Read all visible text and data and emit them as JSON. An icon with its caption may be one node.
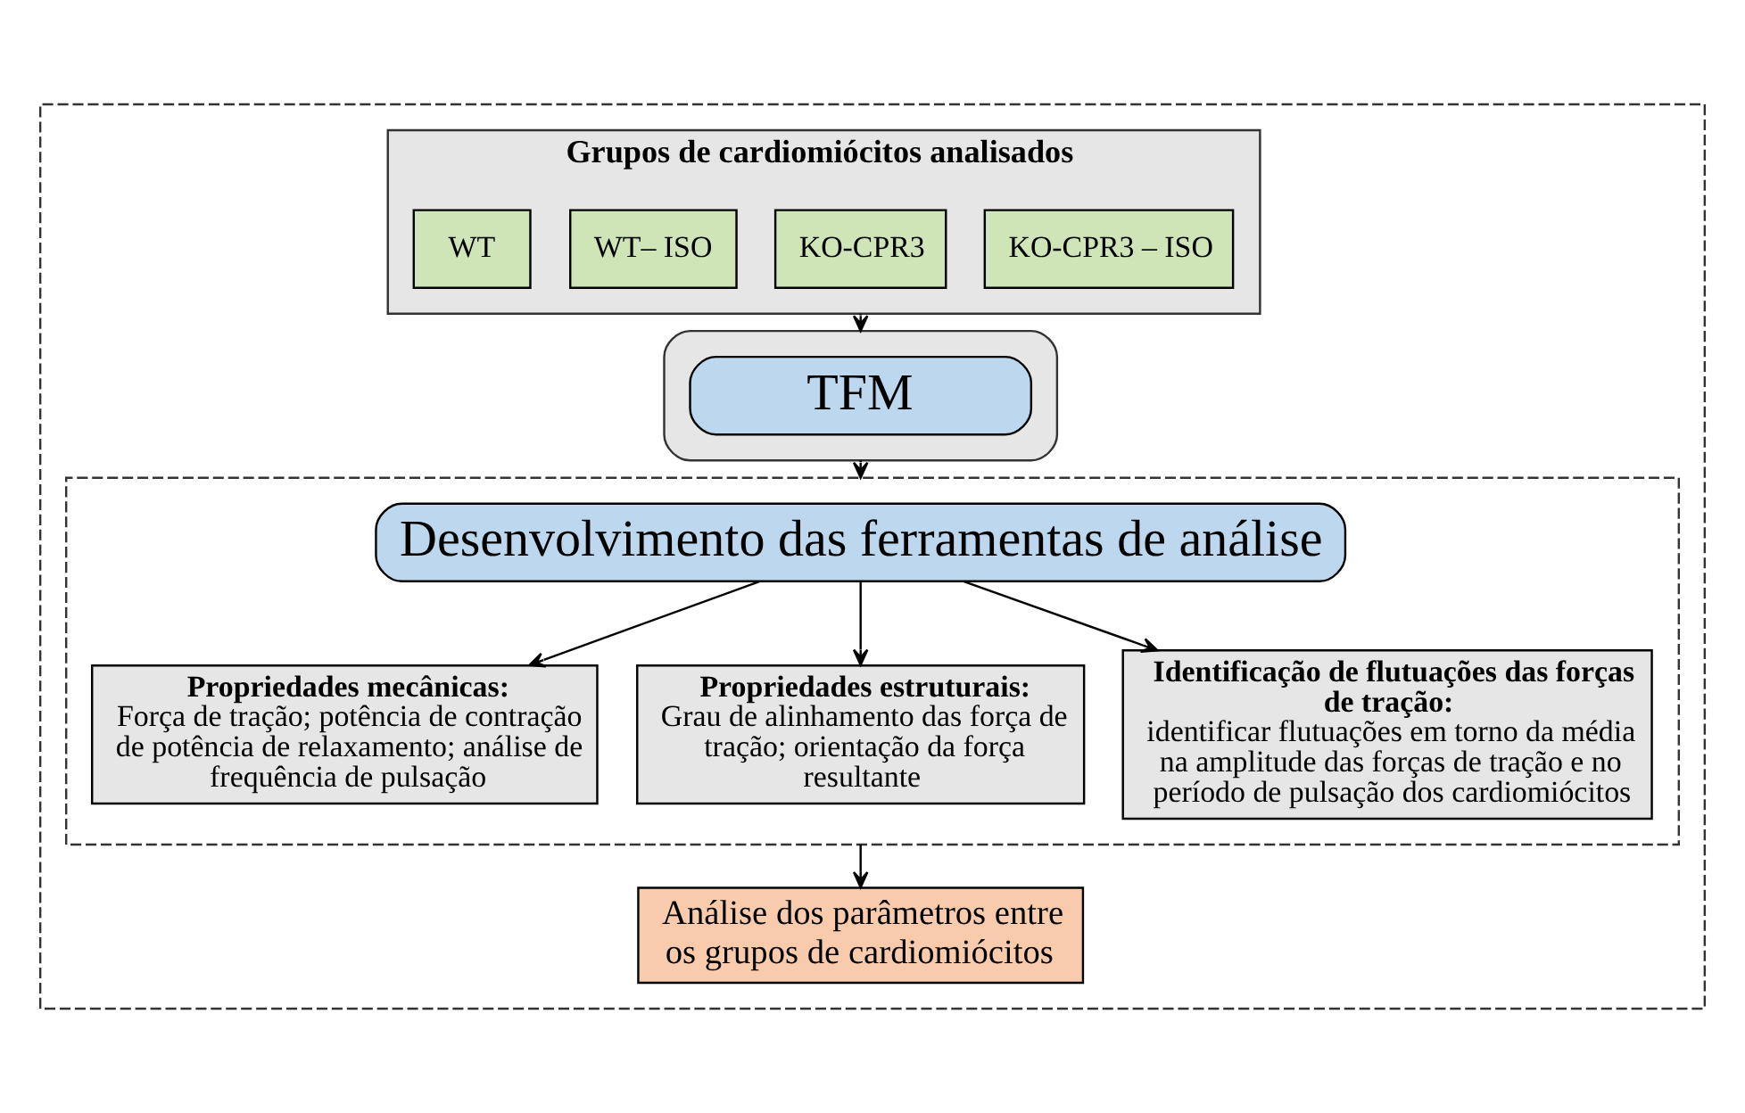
{
  "diagram": {
    "nodes": [
      {
        "text": [],
        "shape": "box"
      },
      {
        "text": [
          "Grupos de cardiomiócitos analisados"
        ],
        "in": 0
      },
      {
        "text": [
          "WT"
        ],
        "in": 1
      },
      {
        "text": [
          "WT– ISO"
        ],
        "in": 1
      },
      {
        "text": [
          "KO-CPR3"
        ],
        "in": 1
      },
      {
        "text": [
          "KO-CPR3 – ISO"
        ],
        "in": 1
      },
      {
        "text": [],
        "shape": "box",
        "in": 0
      },
      {
        "text": [
          "TFM"
        ],
        "in": 6
      },
      {
        "text": [],
        "shape": "box",
        "in": 0
      },
      {
        "text": [
          "Desenvolvimento das ferramentas de análise"
        ],
        "in": 8
      },
      {
        "text": [
          "Propriedades mecânicas:",
          "Força de tração; potência de contração de potência de relaxamento; análise de frequência de pulsação"
        ],
        "in": 8
      },
      {
        "text": [
          "Propriedades estruturais:",
          "Grau de alinhamento das força de tração; orientação da força resultante"
        ],
        "in": 8
      },
      {
        "text": [
          "Identificação de flutuações das forças de tração:",
          "identificar flutuações em torno da média na amplitude das forças de tração e no período de pulsação dos cardiomiócitos"
        ],
        "in": 8
      },
      {
        "text": [
          "Análise dos parâmetros entre os grupos de cardiomiócitos"
        ],
        "in": 0
      }
    ],
    "edges": [
      {
        "from": 1,
        "to": 6,
        "arrow": "to"
      },
      {
        "from": 6,
        "to": 8,
        "arrow": "to"
      },
      {
        "from": 9,
        "to": 10,
        "arrow": "to"
      },
      {
        "from": 9,
        "to": 11,
        "arrow": "to"
      },
      {
        "from": 9,
        "to": 12,
        "arrow": "to"
      },
      {
        "from": 8,
        "to": 13,
        "arrow": "to"
      }
    ]
  }
}
